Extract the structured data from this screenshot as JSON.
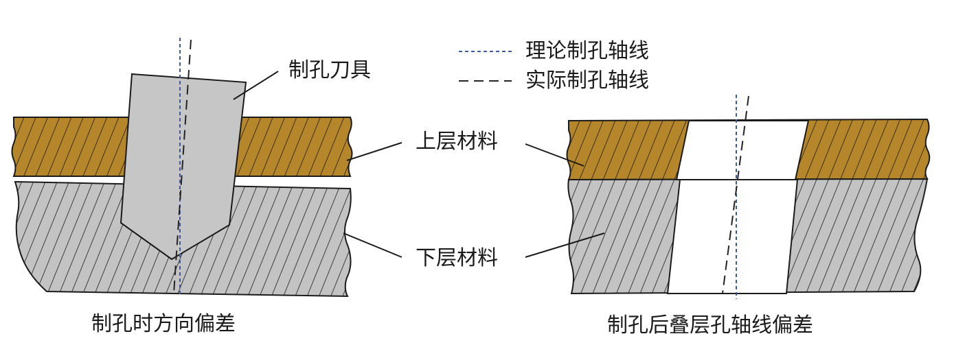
{
  "legend": {
    "theoretical_axis": "理论制孔轴线",
    "actual_axis": "实际制孔轴线"
  },
  "labels": {
    "drill_tool": "制孔刀具",
    "upper_material": "上层材料",
    "lower_material": "下层材料"
  },
  "captions": {
    "left": "制孔时方向偏差",
    "right": "制孔后叠层孔轴线偏差"
  },
  "colors": {
    "upper_material_fill": "#b5862a",
    "lower_material_fill": "#c3c3c3",
    "drill_fill": "#c6c6c6",
    "theoretical_axis_line": "#3b5998",
    "actual_axis_line": "#222222",
    "outline": "#1a1a1a"
  }
}
